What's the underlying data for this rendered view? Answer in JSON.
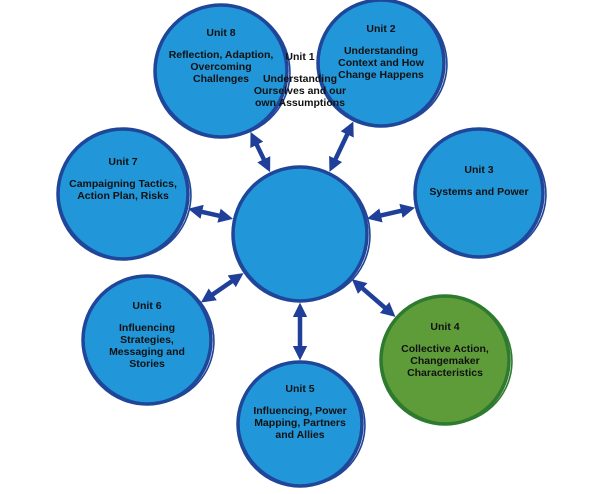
{
  "colors": {
    "circle_fill": "#2196d9",
    "circle_ring": "#1f4699",
    "highlight_fill": "#5e9c39",
    "highlight_ring": "#2e7a2e",
    "arrow": "#1f3f99"
  },
  "units": [
    {
      "id": "unit-1",
      "title": "Unit 1",
      "desc": "Understanding Ourselves and our own Assumptions",
      "highlight": false
    },
    {
      "id": "unit-2",
      "title": "Unit 2",
      "desc": "Understanding Context and How Change Happens",
      "highlight": false
    },
    {
      "id": "unit-3",
      "title": "Unit 3",
      "desc": "Systems and Power",
      "highlight": false
    },
    {
      "id": "unit-4",
      "title": "Unit 4",
      "desc": "Collective Action, Changemaker Characteristics",
      "highlight": true
    },
    {
      "id": "unit-5",
      "title": "Unit 5",
      "desc": "Influencing, Power Mapping, Partners and Allies",
      "highlight": false
    },
    {
      "id": "unit-6",
      "title": "Unit 6",
      "desc": "Influencing Strategies, Messaging and Stories",
      "highlight": false
    },
    {
      "id": "unit-7",
      "title": "Unit 7",
      "desc": "Campaigning Tactics, Action Plan, Risks",
      "highlight": false
    },
    {
      "id": "unit-8",
      "title": "Unit 8",
      "desc": "Reflection, Adaption, Overcoming Challenges",
      "highlight": false
    }
  ]
}
